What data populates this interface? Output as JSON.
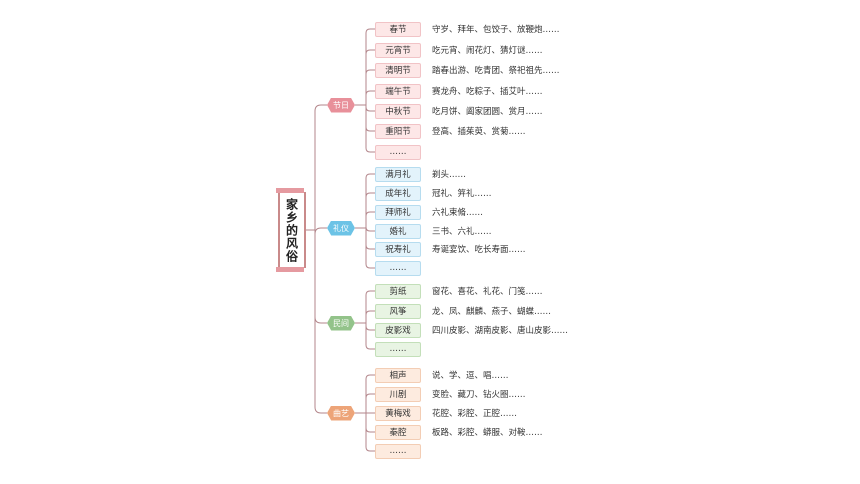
{
  "root": {
    "title": "家乡的风俗"
  },
  "colors": {
    "festival": "#e8909a",
    "etiquette": "#6cc3e6",
    "folk_art": "#93c38a",
    "opera": "#eda478",
    "connector": "#b3868b"
  },
  "categories": [
    {
      "label": "节日",
      "items": [
        {
          "name": "春节",
          "desc": "守岁、拜年、包饺子、放鞭炮……"
        },
        {
          "name": "元宵节",
          "desc": "吃元宵、闹花灯、猜灯谜……"
        },
        {
          "name": "清明节",
          "desc": "踏春出游、吃青团、祭祀祖先……"
        },
        {
          "name": "端午节",
          "desc": "赛龙舟、吃粽子、插艾叶……"
        },
        {
          "name": "中秋节",
          "desc": "吃月饼、阖家团圆、赏月……"
        },
        {
          "name": "重阳节",
          "desc": "登高、插茱萸、赏菊……"
        },
        {
          "name": "……",
          "desc": ""
        }
      ]
    },
    {
      "label": "礼仪",
      "items": [
        {
          "name": "满月礼",
          "desc": "剃头……"
        },
        {
          "name": "成年礼",
          "desc": "冠礼、笄礼……"
        },
        {
          "name": "拜师礼",
          "desc": "六礼束脩……"
        },
        {
          "name": "婚礼",
          "desc": "三书、六礼……"
        },
        {
          "name": "祝寿礼",
          "desc": "寿诞宴饮、吃长寿面……"
        },
        {
          "name": "……",
          "desc": ""
        }
      ]
    },
    {
      "label": "民间",
      "items": [
        {
          "name": "剪纸",
          "desc": "窗花、喜花、礼花、门笺……"
        },
        {
          "name": "风筝",
          "desc": "龙、凤、麒麟、燕子、蝴蝶……"
        },
        {
          "name": "皮影戏",
          "desc": "四川皮影、湖南皮影、唐山皮影……"
        },
        {
          "name": "……",
          "desc": ""
        }
      ]
    },
    {
      "label": "曲艺",
      "items": [
        {
          "name": "相声",
          "desc": "说、学、逗、唱……"
        },
        {
          "name": "川剧",
          "desc": "变脸、藏刀、钻火圈……"
        },
        {
          "name": "黄梅戏",
          "desc": "花腔、彩腔、正腔……"
        },
        {
          "name": "秦腔",
          "desc": "板路、彩腔、蟒服、对鞍……"
        },
        {
          "name": "……",
          "desc": ""
        }
      ]
    }
  ]
}
